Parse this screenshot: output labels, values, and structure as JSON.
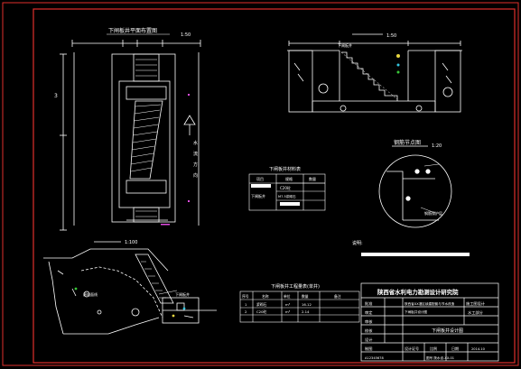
{
  "colors": {
    "background": "#000000",
    "frame": "#e0302b",
    "linework": "#ffffff",
    "hatch": "#ffffff",
    "accent_green": "#38c838",
    "accent_cyan": "#33c6e0",
    "accent_yellow": "#e8d640",
    "accent_magenta": "#e04ce0"
  },
  "plan": {
    "title": "下闸板井平面布置图",
    "scale": "1:50",
    "dim_left": "3",
    "side_labels": [
      "水",
      "流",
      "方",
      "向"
    ]
  },
  "elevation": {
    "scale": "1:50",
    "top_note": "下闸板井"
  },
  "detail": {
    "title": "钢筋节点图",
    "scale": "1:20",
    "note": "钢筋保护层"
  },
  "quantities_table": {
    "title": "下闸板井材料表",
    "headers": [
      "项目",
      "规格",
      "数量"
    ],
    "rows": [
      [
        "",
        "C20砼",
        ""
      ],
      [
        "下闸板井",
        "M7.5浆砌石",
        ""
      ],
      [
        "",
        "",
        ""
      ]
    ]
  },
  "section": {
    "scale": "1:100",
    "label_left": "原地面线",
    "label_right": "下闸板井"
  },
  "materials_table": {
    "title": "下闸板井工程量表(单井)",
    "headers": [
      "序号",
      "名称",
      "单位",
      "数量",
      "备注"
    ],
    "rows": [
      [
        "1",
        "浆砌石",
        "m³",
        "16.12",
        ""
      ],
      [
        "2",
        "C20砼",
        "m³",
        "2.14",
        ""
      ]
    ]
  },
  "notes": {
    "heading": "说明:"
  },
  "title_block": {
    "institute": "陕西省水利电力勘测设计研究院",
    "project_lines": [
      "陕西省XX灌区续建配套与节水改造",
      "下闸板井设计图"
    ],
    "stage": [
      "施工图设计",
      "水工部分"
    ],
    "drawing_name": "下闸板井设计图",
    "role_labels": [
      "批准",
      "审定",
      "审核",
      "校核",
      "设计",
      "制图"
    ],
    "bottom_row": [
      "设计证号",
      "比例",
      "日期"
    ],
    "bottom_left_value": "A12345678",
    "bottom_right_value": "2014.10",
    "drawing_number": "图号 陕水设-XX-01"
  }
}
